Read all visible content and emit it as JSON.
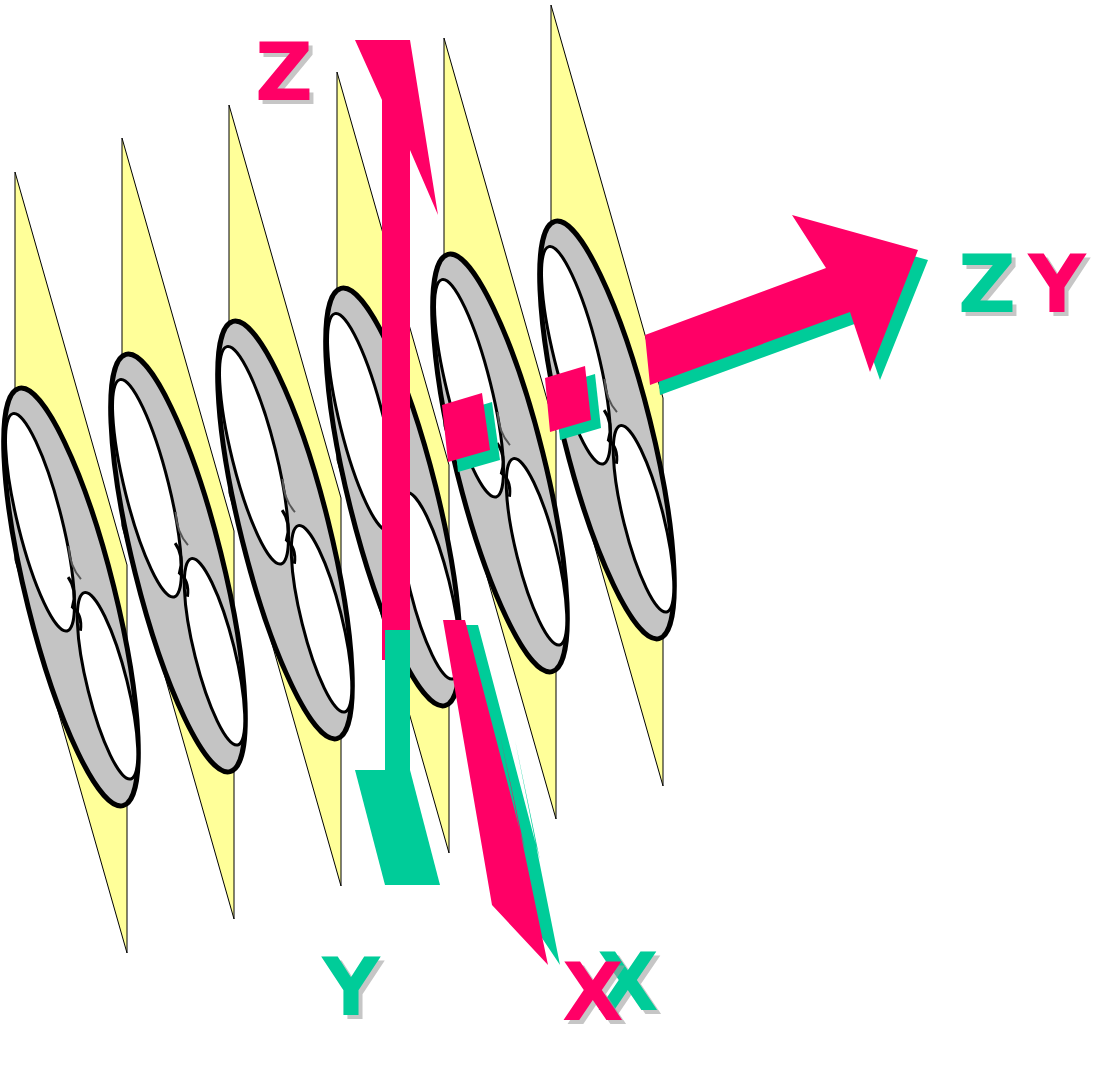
{
  "diagram": {
    "labels": [
      "Z",
      "Z",
      "Y",
      "Y",
      "X",
      "X"
    ]
  }
}
